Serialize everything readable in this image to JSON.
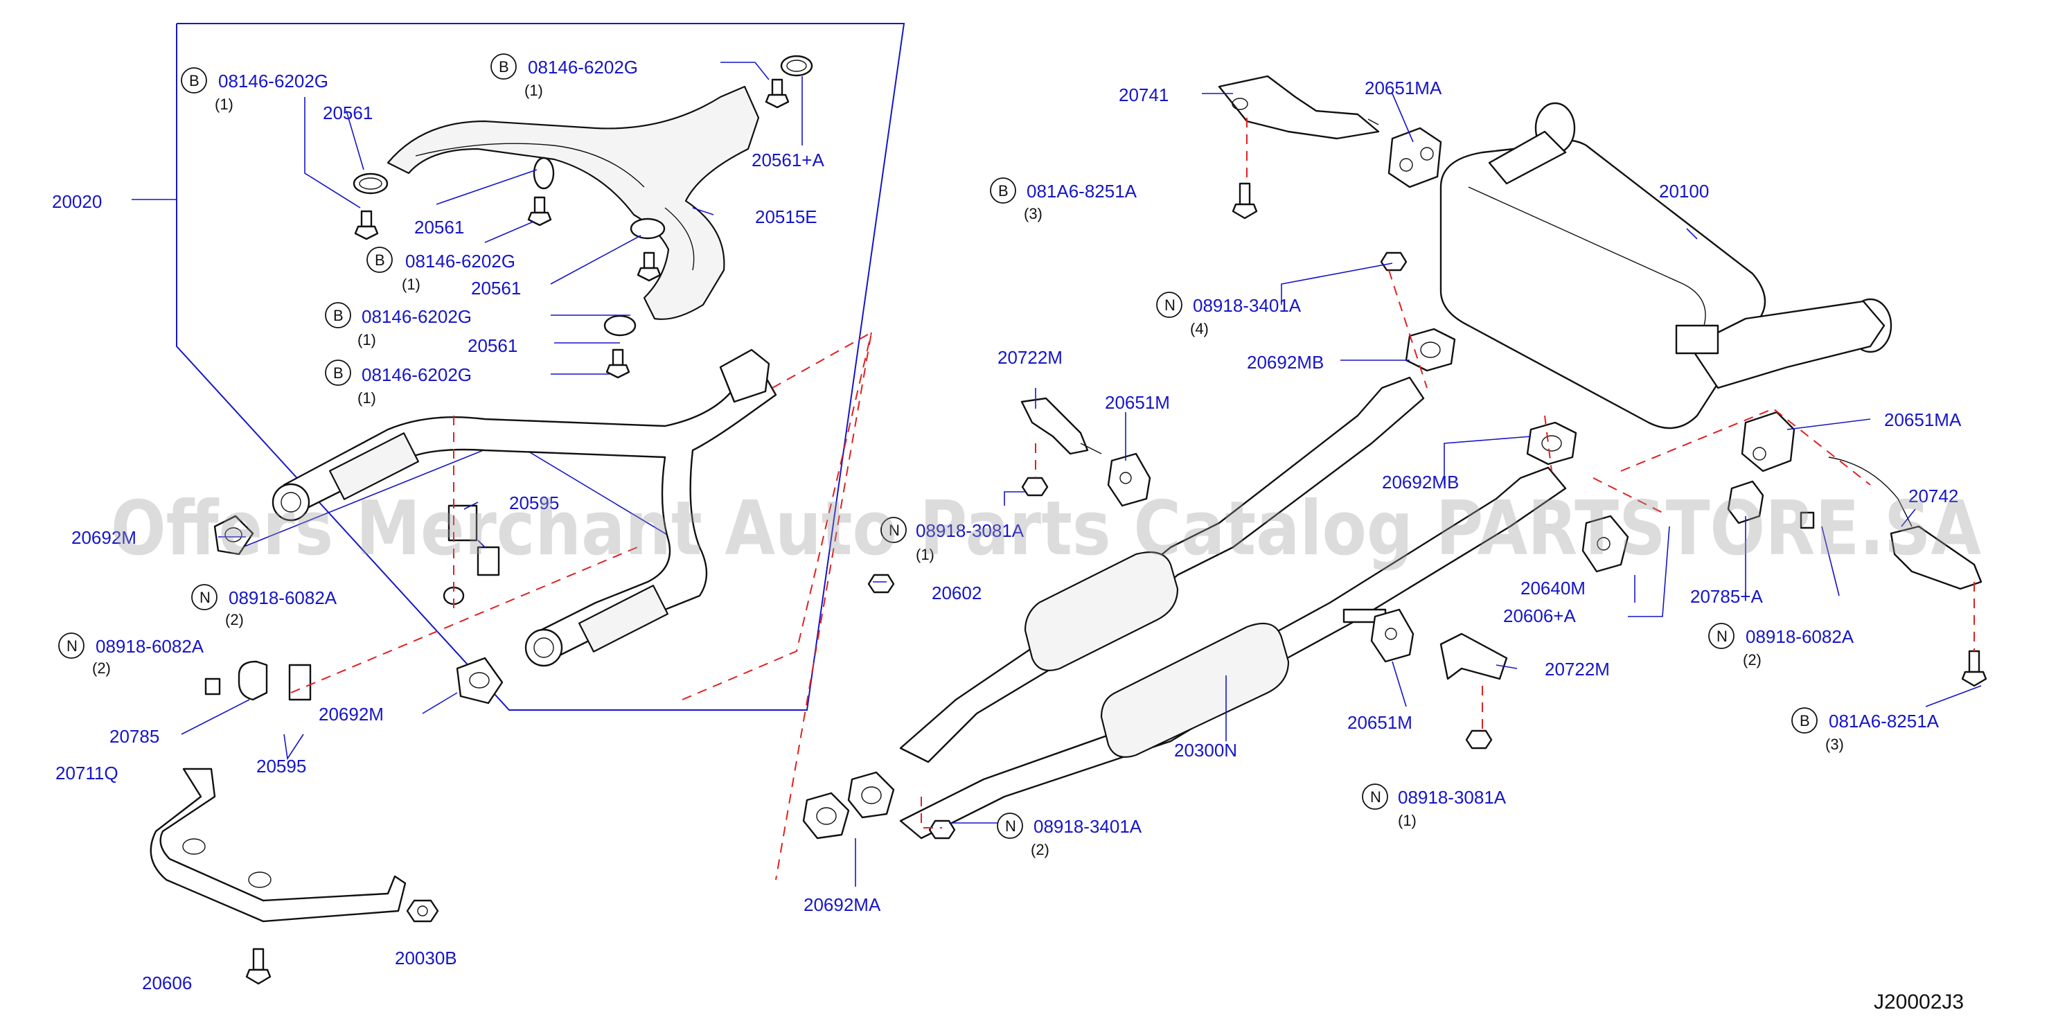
{
  "diagram": {
    "reference_code": "J20002J3",
    "watermark": "Offers Merchant Auto Parts Catalog PARTSTORE.SA",
    "callouts": [
      {
        "part": "08146-6202G",
        "badge": "B",
        "qty": "(1)"
      },
      {
        "part": "08146-6202G",
        "badge": "B",
        "qty": "(1)"
      },
      {
        "part": "20561"
      },
      {
        "part": "20561+A"
      },
      {
        "part": "20020"
      },
      {
        "part": "20561"
      },
      {
        "part": "20515E"
      },
      {
        "part": "08146-6202G",
        "badge": "B",
        "qty": "(1)"
      },
      {
        "part": "20561"
      },
      {
        "part": "08146-6202G",
        "badge": "B",
        "qty": "(1)"
      },
      {
        "part": "20561"
      },
      {
        "part": "08146-6202G",
        "badge": "B",
        "qty": "(1)"
      },
      {
        "part": "20595"
      },
      {
        "part": "20692M"
      },
      {
        "part": "08918-6082A",
        "badge": "N",
        "qty": "(2)"
      },
      {
        "part": "08918-6082A",
        "badge": "N",
        "qty": "(2)"
      },
      {
        "part": "20785"
      },
      {
        "part": "20692M"
      },
      {
        "part": "20595"
      },
      {
        "part": "20711Q"
      },
      {
        "part": "20606"
      },
      {
        "part": "20030B"
      },
      {
        "part": "20741"
      },
      {
        "part": "20651MA"
      },
      {
        "part": "081A6-8251A",
        "badge": "B",
        "qty": "(3)"
      },
      {
        "part": "20100"
      },
      {
        "part": "08918-3401A",
        "badge": "N",
        "qty": "(4)"
      },
      {
        "part": "20692MB"
      },
      {
        "part": "20722M"
      },
      {
        "part": "20651M"
      },
      {
        "part": "20692MB"
      },
      {
        "part": "08918-3081A",
        "badge": "N",
        "qty": "(1)"
      },
      {
        "part": "20602"
      },
      {
        "part": "20651MA"
      },
      {
        "part": "20742"
      },
      {
        "part": "20640M"
      },
      {
        "part": "20606+A"
      },
      {
        "part": "20785+A"
      },
      {
        "part": "08918-6082A",
        "badge": "N",
        "qty": "(2)"
      },
      {
        "part": "20722M"
      },
      {
        "part": "20651M"
      },
      {
        "part": "20300N"
      },
      {
        "part": "081A6-8251A",
        "badge": "B",
        "qty": "(3)"
      },
      {
        "part": "08918-3081A",
        "badge": "N",
        "qty": "(1)"
      },
      {
        "part": "08918-3401A",
        "badge": "N",
        "qty": "(2)"
      },
      {
        "part": "20692MA"
      }
    ]
  }
}
